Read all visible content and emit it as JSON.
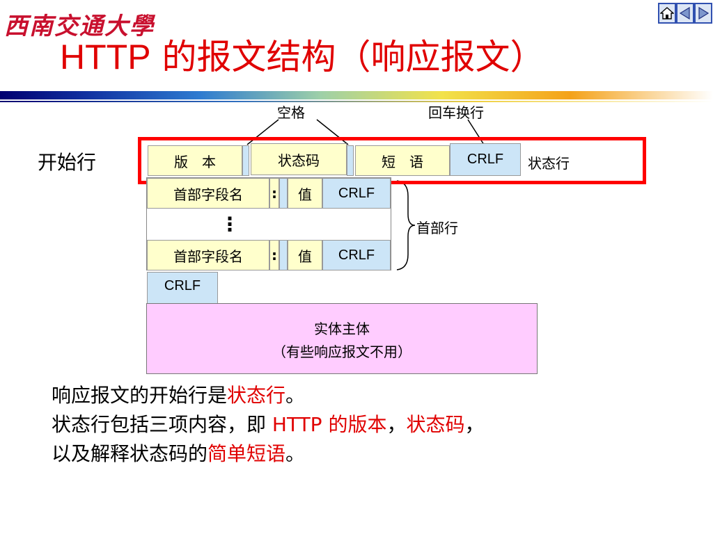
{
  "header": {
    "logo_text": "西南交通大學",
    "title_latin": "HTTP",
    "title_cjk": "的报文结构（响应报文）"
  },
  "nav_buttons": [
    {
      "icon": "home-icon"
    },
    {
      "icon": "triangle-left-icon"
    },
    {
      "icon": "triangle-right-icon"
    }
  ],
  "diagram": {
    "space_label": "空格",
    "crlf_label": "回车换行",
    "start_line_label": "开始行",
    "status_line_label": "状态行",
    "header_lines_label": "首部行",
    "status_line": {
      "version": "版　本",
      "status_code": "状态码",
      "phrase": "短　语",
      "crlf": "CRLF"
    },
    "header_row": {
      "field_name": "首部字段名",
      "colon": ":",
      "value": "值",
      "crlf": "CRLF"
    },
    "vertical_ellipsis": "⋮",
    "blank_line_crlf": "CRLF",
    "body_title": "实体主体",
    "body_note": "（有些响应报文不用）"
  },
  "text": {
    "line1_a": "响应报文的开始行是",
    "line1_red": "状态行",
    "line1_b": "。",
    "line2_a": "状态行包括三项内容，即 ",
    "line2_red1": "HTTP 的版本",
    "line2_b": "，",
    "line2_red2": "状态码",
    "line2_c": "，",
    "line3_a": "以及解释状态码的",
    "line3_red": "简单短语",
    "line3_b": "。"
  },
  "colors": {
    "title_red": "#e00000",
    "highlight_red": "#ff0000",
    "box_yellow": "#ffffcc",
    "box_blue": "#cce5f7",
    "body_pink": "#ffccff"
  }
}
